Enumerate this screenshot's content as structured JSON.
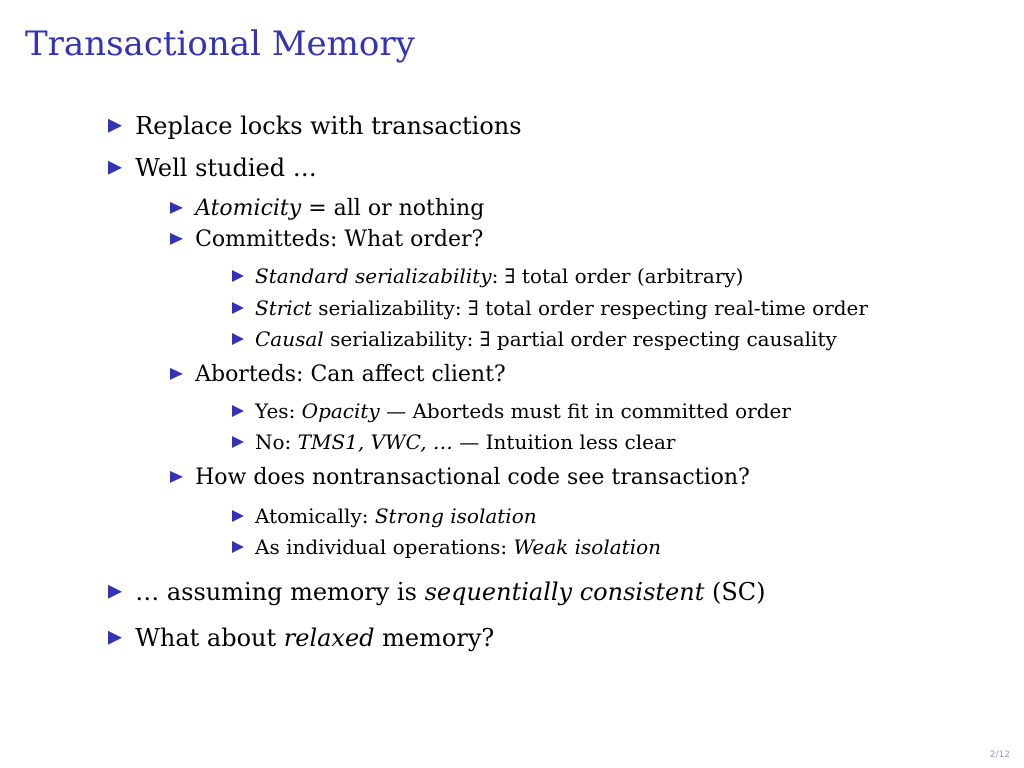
{
  "slide": {
    "title": "Transactional Memory",
    "page_number": "2/12",
    "accent_color": "#3333b3",
    "bullet_icon": "triangle-right-icon"
  },
  "items": {
    "replace_locks": "Replace locks with transactions",
    "well_studied": "Well studied …",
    "atomicity": {
      "term": "Atomicity",
      "rest": "= all or nothing"
    },
    "committeds": "Committeds: What order?",
    "standard": {
      "term": "Standard serializability",
      "rest": ": ∃ total order (arbitrary)"
    },
    "strict": {
      "term": "Strict",
      "rest": "serializability: ∃ total order respecting real-time order"
    },
    "causal": {
      "term": "Causal",
      "rest": "serializability: ∃ partial order respecting causality"
    },
    "aborteds": "Aborteds: Can affect client?",
    "yes_opacity": {
      "prefix": "Yes:",
      "term": "Opacity",
      "rest": "— Aborteds must fit in committed order"
    },
    "no_tms": {
      "prefix": "No:",
      "term": "TMS1, VWC, …",
      "rest": "— Intuition less clear"
    },
    "nontransactional": "How does nontransactional code see transaction?",
    "atomically": {
      "prefix": "Atomically:",
      "term": "Strong isolation"
    },
    "individual": {
      "prefix": "As individual operations:",
      "term": "Weak isolation"
    },
    "assuming": {
      "prefix": "… assuming memory is",
      "term": "sequentially consistent",
      "rest": "(SC)"
    },
    "relaxed": {
      "prefix": "What about",
      "term": "relaxed",
      "rest": "memory?"
    }
  }
}
